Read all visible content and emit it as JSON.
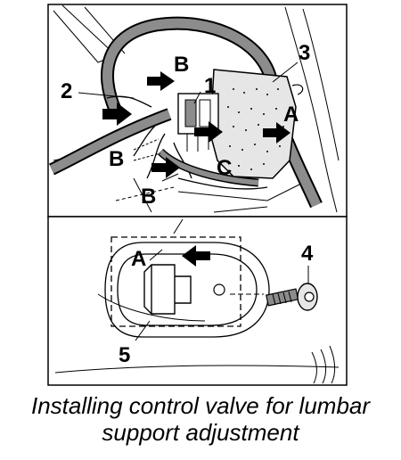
{
  "callouts": {
    "top": {
      "label_1": "1",
      "label_2": "2",
      "label_3": "3",
      "label_a": "A",
      "label_b_top": "B",
      "label_b_left": "B",
      "label_b_bottom": "B",
      "label_c": "C"
    },
    "bottom": {
      "label_a": "A",
      "label_4": "4",
      "label_5": "5"
    }
  },
  "caption": {
    "line1": "Installing control valve for lumbar",
    "line2": "support adjustment"
  },
  "colors": {
    "ink": "#000000",
    "cable_fill": "#8c8c8c",
    "valve_fill": "#e6e6e6",
    "background": "#ffffff"
  }
}
